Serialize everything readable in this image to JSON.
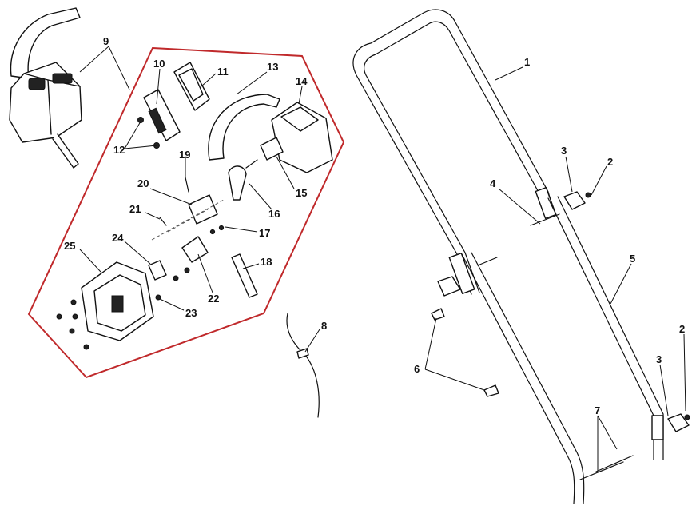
{
  "diagram": {
    "border_color": "#c0292b",
    "line_color": "#111111",
    "callouts": {
      "c1": "1",
      "c2a": "2",
      "c2b": "2",
      "c3a": "3",
      "c3b": "3",
      "c4": "4",
      "c5": "5",
      "c6": "6",
      "c7": "7",
      "c8": "8",
      "c9": "9",
      "c10": "10",
      "c11": "11",
      "c12": "12",
      "c13": "13",
      "c14": "14",
      "c15": "15",
      "c16": "16",
      "c17": "17",
      "c18": "18",
      "c19": "19",
      "c20": "20",
      "c21": "21",
      "c22": "22",
      "c23": "23",
      "c24": "24",
      "c25": "25"
    }
  }
}
